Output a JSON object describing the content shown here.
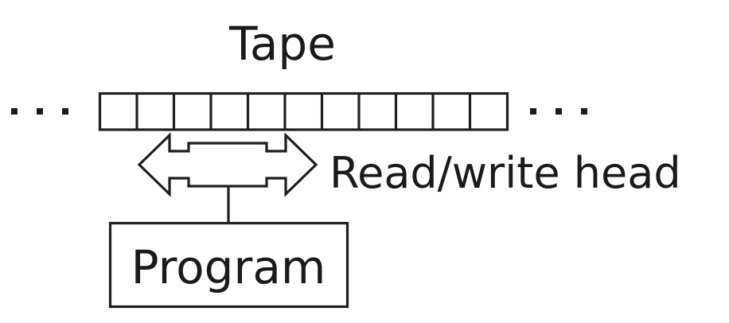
{
  "diagram": {
    "title_label": "Tape",
    "head_label": "Read/write head",
    "program_label": "Program",
    "left_ellipsis": "...",
    "right_ellipsis": "...",
    "tape": {
      "cell_count": 11,
      "cells": [
        "",
        "",
        "",
        "",
        "",
        "",
        "",
        "",
        "",
        "",
        ""
      ]
    },
    "colors": {
      "background": "#ffffff",
      "stroke": "#1f1f1f",
      "text": "#1a1a1a",
      "cell_fill": "#ffffff"
    }
  }
}
